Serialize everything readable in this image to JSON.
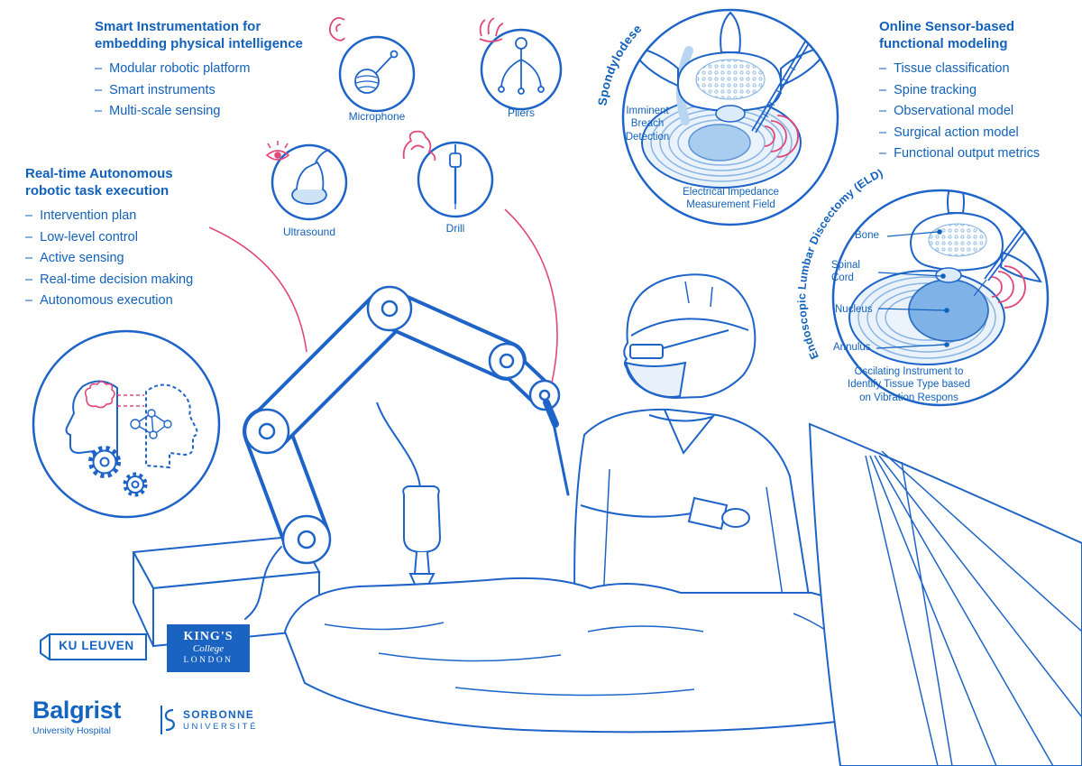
{
  "colors": {
    "primary_blue": "#1565c0",
    "line_blue": "#1e64c8",
    "light_blue": "#cfe3f6",
    "mid_blue": "#8ab4e4",
    "nucleus_blue": "#7fb3e8",
    "accent_pink": "#e0487a"
  },
  "sections": {
    "smart_instrumentation": {
      "title_line1": "Smart Instrumentation for",
      "title_line2": "embedding physical intelligence",
      "items": [
        "Modular robotic platform",
        "Smart instruments",
        "Multi-scale sensing"
      ]
    },
    "realtime_autonomous": {
      "title_line1": "Real-time Autonomous",
      "title_line2": "robotic task execution",
      "items": [
        "Intervention plan",
        "Low-level control",
        "Active sensing",
        "Real-time decision making",
        "Autonomous execution"
      ]
    },
    "online_sensor": {
      "title_line1": "Online Sensor-based",
      "title_line2": "functional modeling",
      "items": [
        "Tissue classification",
        "Spine tracking",
        "Observational model",
        "Surgical action model",
        "Functional output metrics"
      ]
    }
  },
  "instruments": {
    "microphone": "Microphone",
    "pliers": "Pliers",
    "ultrasound": "Ultrasound",
    "drill": "Drill"
  },
  "spondylodese_circle": {
    "curved_label": "Spondylodese",
    "breach": [
      "Imminent",
      "Breach",
      "Detection"
    ],
    "field_line1": "Electrical Impedance",
    "field_line2": "Measurement Field"
  },
  "eld_circle": {
    "curved_label": "Endoscopic Lumbar Discectomy (ELD)",
    "labels": {
      "bone": "Bone",
      "spinal_cord": "Spinal Cord",
      "nucleus": "Nucleus",
      "annulus": "Annulus"
    },
    "caption": [
      "Oscilating Instrument to",
      "Identify Tissue Type based",
      "on Vibration Respons"
    ]
  },
  "logos": {
    "ku_leuven": "KU LEUVEN",
    "kings_line1": "KING'S",
    "kings_line2": "College",
    "kings_line3": "LONDON",
    "balgrist": "Balgrist",
    "balgrist_sub": "University Hospital",
    "sorbonne_line1": "SORBONNE",
    "sorbonne_line2": "UNIVERSITÉ"
  }
}
